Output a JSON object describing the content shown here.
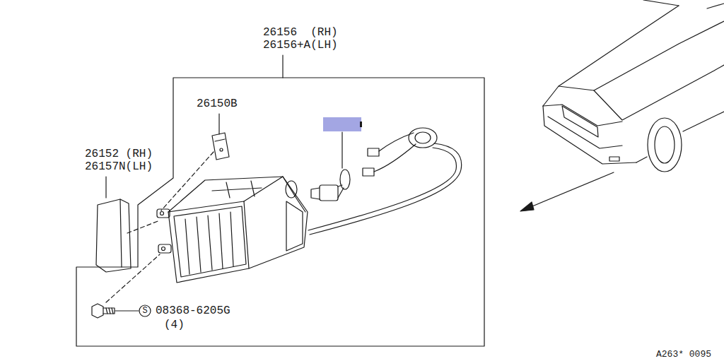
{
  "diagram": {
    "labels": [
      "26156  (RH)",
      "26156+A(LH)",
      "26150B",
      "26152 (RH)",
      "26157N(LH)",
      "S",
      "08368-6205G",
      "(4)",
      "A263* 0095"
    ]
  }
}
